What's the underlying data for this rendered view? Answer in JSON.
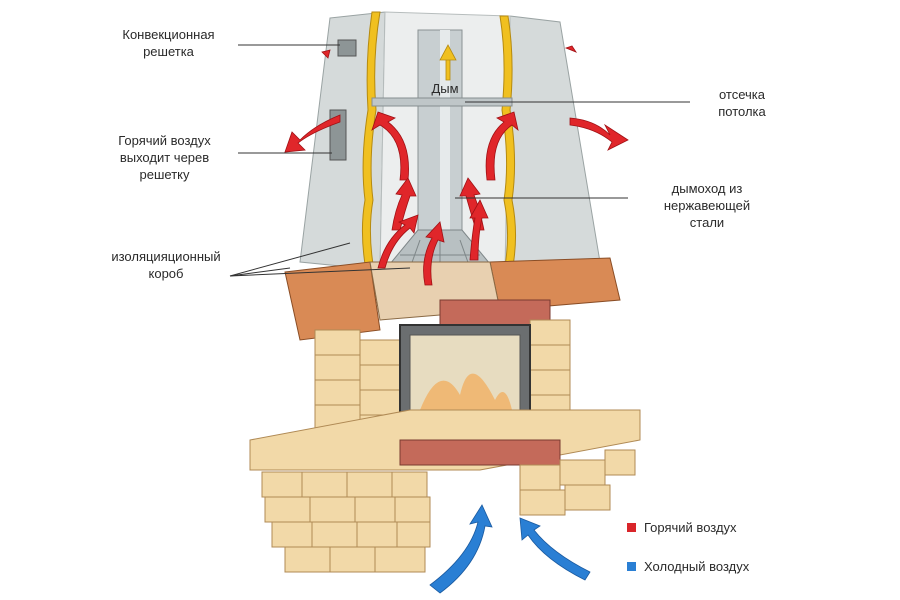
{
  "labels": {
    "convection_grille": "Конвекционная\nрешетка",
    "smoke": "Дым",
    "ceiling_cutoff": "отсечка\nпотолка",
    "hot_air_exit": "Горячий воздух\nвыходит черев\nрешетку",
    "chimney": "дымоход из\nнержавеющей\nстали",
    "insulation_box": "изоляцияционный\nкороб"
  },
  "legend": [
    {
      "label": "Горячий воздух",
      "color": "#d9252a"
    },
    {
      "label": "Холодный воздух",
      "color": "#2a7fd4"
    }
  ],
  "colors": {
    "hot_air": "#e0262a",
    "cold_air": "#2a7fd4",
    "insulation": "#f0c020",
    "brick": "#f2d9a8",
    "casing": "#d8dcdc",
    "wood_beam": "#d98a55"
  }
}
